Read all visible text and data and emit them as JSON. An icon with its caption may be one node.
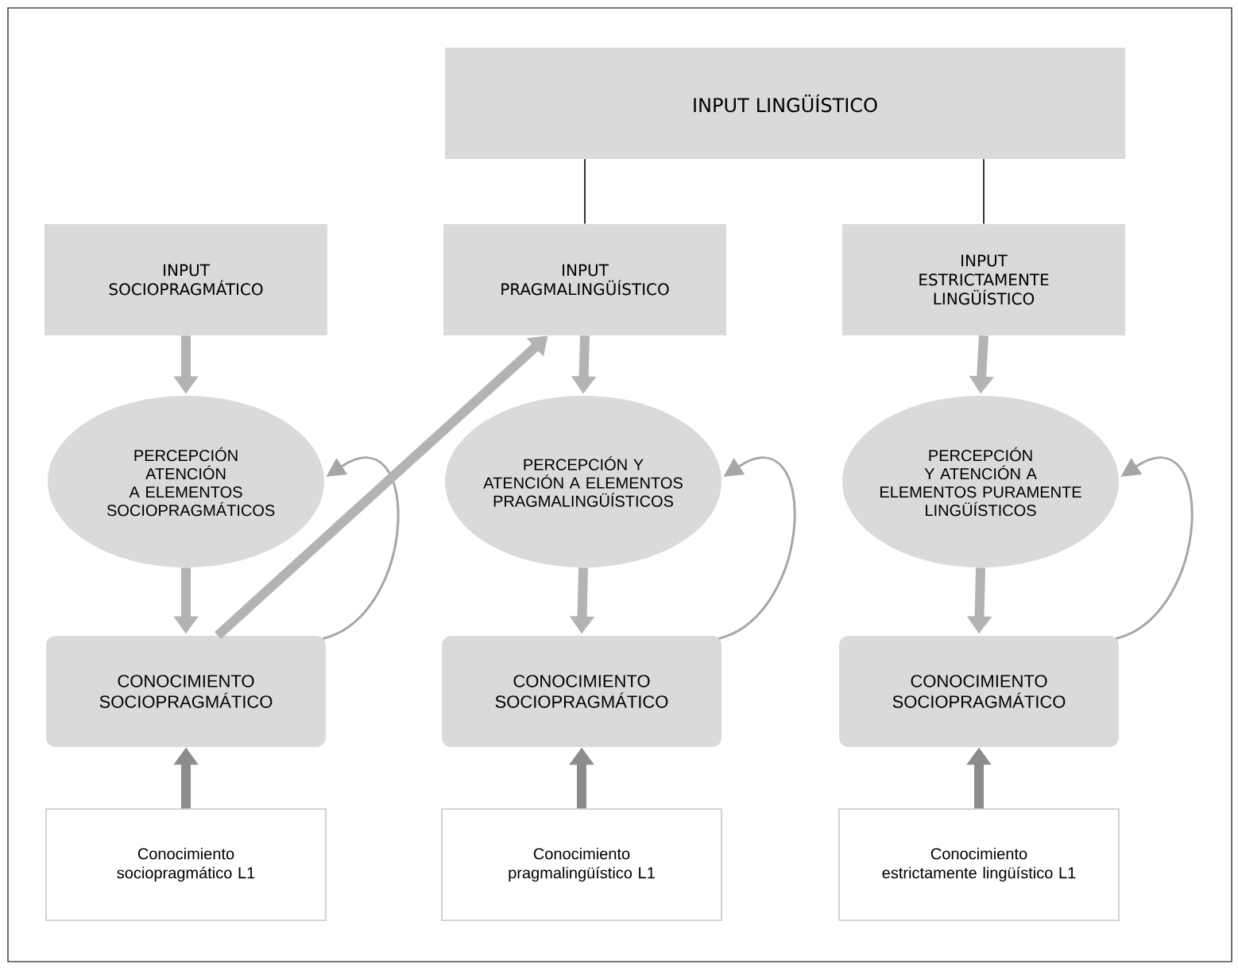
{
  "diagram": {
    "nodes": [
      {
        "text": [
          "INPUT LINGÜÍSTICO"
        ]
      },
      {
        "text": [
          "INPUT SOCIOPRAGMÁTICO"
        ]
      },
      {
        "text": [
          "INPUT PRAGMALINGÜÍSTICO"
        ]
      },
      {
        "text": [
          "INPUT ESTRICTAMENTE LINGÜÍSTICO"
        ]
      },
      {
        "text": [
          "PERCEPCIÓN ATENCIÓN A ELEMENTOS SOCIOPRAGMÁTICOS"
        ]
      },
      {
        "text": [
          "PERCEPCIÓN Y ATENCIÓN A ELEMENTOS PRAGMALINGÜÍSTICOS"
        ]
      },
      {
        "text": [
          "PERCEPCIÓN Y ATENCIÓN A ELEMENTOS PURAMENTE LINGÜÍSTICOS"
        ]
      },
      {
        "text": [
          "CONOCIMIENTO SOCIOPRAGMÁTICO"
        ]
      },
      {
        "text": [
          "CONOCIMIENTO SOCIOPRAGMÁTICO"
        ]
      },
      {
        "text": [
          "CONOCIMIENTO SOCIOPRAGMÁTICO"
        ]
      },
      {
        "text": [
          "Conocimiento sociopragmático L1"
        ]
      },
      {
        "text": [
          "Conocimiento pragmalingüístico L1"
        ]
      },
      {
        "text": [
          "Conocimiento estrictamente lingüístico L1"
        ]
      }
    ],
    "edges": [
      {
        "from": 0,
        "to": 2,
        "arrow": "none",
        "color": "#000000"
      },
      {
        "from": 0,
        "to": 3,
        "arrow": "none",
        "color": "#000000"
      },
      {
        "from": 1,
        "to": 4,
        "arrow": "to"
      },
      {
        "from": 2,
        "to": 5,
        "arrow": "to"
      },
      {
        "from": 3,
        "to": 6,
        "arrow": "to"
      },
      {
        "from": 4,
        "to": 7,
        "arrow": "to"
      },
      {
        "from": 5,
        "to": 8,
        "arrow": "to"
      },
      {
        "from": 6,
        "to": 9,
        "arrow": "to"
      },
      {
        "from": 7,
        "to": 4,
        "arrow": "to",
        "color": "#a6a6a6"
      },
      {
        "from": 8,
        "to": 5,
        "arrow": "to",
        "color": "#a6a6a6"
      },
      {
        "from": 9,
        "to": 6,
        "arrow": "to",
        "color": "#a6a6a6"
      },
      {
        "from": 7,
        "to": 2,
        "arrow": "to"
      },
      {
        "from": 10,
        "to": 7,
        "arrow": "to",
        "color": "#8c8c8c"
      },
      {
        "from": 11,
        "to": 8,
        "arrow": "to",
        "color": "#8c8c8c"
      },
      {
        "from": 12,
        "to": 9,
        "arrow": "to",
        "color": "#8c8c8c"
      }
    ]
  }
}
